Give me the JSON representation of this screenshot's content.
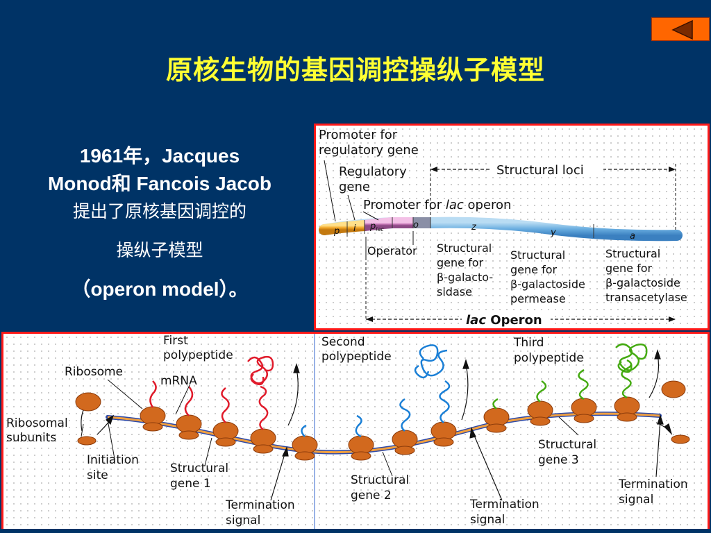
{
  "slide": {
    "title": "原核生物的基因调控操纵子模型",
    "nav_button_icon": "triangle-left-icon",
    "body_lines": [
      "1961年，Jacques",
      "Monod和 Fancois Jacob",
      "提出了原核基因调控的",
      "操纵子模型",
      "（operon model）。"
    ]
  },
  "operon_diagram": {
    "promoter_regulatory": [
      "Promoter for",
      "regulatory gene"
    ],
    "regulatory_gene": [
      "Regulatory",
      "gene"
    ],
    "structural_loci": "Structural loci",
    "promoter_lac_prefix": "Promoter for",
    "promoter_lac_italic": "lac",
    "promoter_lac_suffix": "operon",
    "seg_p": "p",
    "seg_i": "i",
    "seg_plac_p": "p",
    "seg_plac_sub": "lac",
    "seg_o": "o",
    "seg_z": "z",
    "seg_y": "y",
    "seg_a": "a",
    "operator": "Operator",
    "gene_z": [
      "Structural",
      "gene for",
      "β-galacto-",
      "sidase"
    ],
    "gene_y": [
      "Structural",
      "gene for",
      "β-galactoside",
      "permease"
    ],
    "gene_a": [
      "Structural",
      "gene for",
      "β-galactoside",
      "transacetylase"
    ],
    "lac_operon_italic": "lac",
    "lac_operon_suffix": "Operon"
  },
  "translation_diagram": {
    "first_polypeptide": [
      "First",
      "polypeptide"
    ],
    "second_polypeptide": [
      "Second",
      "polypeptide"
    ],
    "third_polypeptide": [
      "Third",
      "polypeptide"
    ],
    "ribosome": "Ribosome",
    "mrna": "mRNA",
    "ribosomal_subunits": [
      "Ribosomal",
      "subunits"
    ],
    "initiation_site": [
      "Initiation",
      "site"
    ],
    "structural_gene_1": [
      "Structural",
      "gene 1"
    ],
    "structural_gene_2": [
      "Structural",
      "gene 2"
    ],
    "structural_gene_3": [
      "Structural",
      "gene 3"
    ],
    "termination_signal_1": [
      "Termination",
      "signal"
    ],
    "termination_signal_2": [
      "Termination",
      "signal"
    ],
    "termination_signal_3": [
      "Termination",
      "signal"
    ]
  },
  "colors": {
    "background": "#003366",
    "title": "#ffff33",
    "panel_border": "#ff1a1a",
    "nav_button": "#ff6600",
    "ribosome": "#d2691e",
    "polypeptide_1": "#e01b2b",
    "polypeptide_2": "#1a7fd6",
    "polypeptide_3": "#44aa11"
  }
}
